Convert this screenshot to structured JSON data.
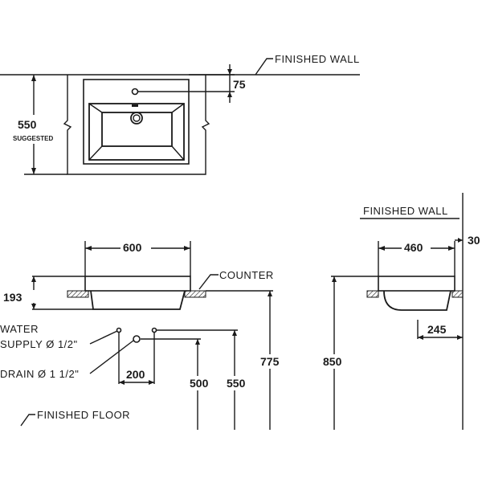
{
  "top_view": {
    "finished_wall": "FINISHED  WALL",
    "dim_75": "75",
    "dim_550": "550",
    "suggested": "SUGGESTED"
  },
  "front_view": {
    "dim_600": "600",
    "counter": "COUNTER",
    "dim_193": "193",
    "water_supply_line1": "WATER",
    "water_supply_line2": "SUPPLY Ø 1/2\"",
    "drain": "DRAIN Ø 1 1/2\"",
    "dim_200": "200",
    "dim_500": "500",
    "dim_550": "550",
    "dim_775": "775",
    "finished_floor": "FINISHED  FLOOR"
  },
  "side_view": {
    "finished_wall": "FINISHED  WALL",
    "dim_460": "460",
    "dim_30": "30",
    "dim_245": "245",
    "dim_850": "850"
  }
}
